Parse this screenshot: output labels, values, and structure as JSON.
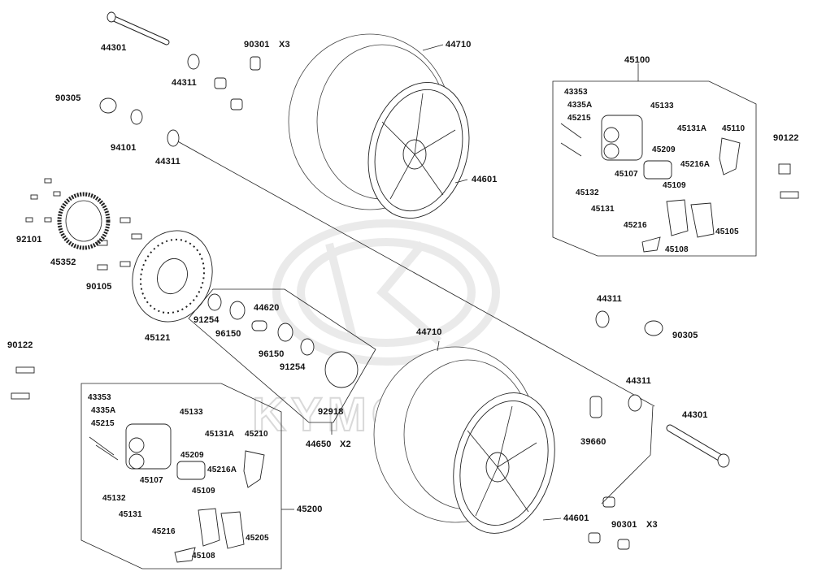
{
  "watermark": {
    "text": "KYMCO"
  },
  "labels": {
    "l44301a": "44301",
    "l90301a": "90301",
    "l90301a_qty": "X3",
    "l44311a": "44311",
    "l44710a": "44710",
    "l90305a": "90305",
    "l94101": "94101",
    "l44311b": "44311",
    "l44601a": "44601",
    "l92101": "92101",
    "l45352": "45352",
    "l90105": "90105",
    "l45121": "45121",
    "l91254a": "91254",
    "l96150a": "96150",
    "l44620": "44620",
    "l96150b": "96150",
    "l91254b": "91254",
    "l92918": "92918",
    "l44650": "44650",
    "l44650_qty": "X2",
    "l90122a": "90122",
    "l90122b": "90122",
    "l45100": "45100",
    "l43353a": "43353",
    "l4335Aa": "4335A",
    "l45215a": "45215",
    "l45133a": "45133",
    "l45131Aa": "45131A",
    "l45110": "45110",
    "l45209a": "45209",
    "l45216Aa": "45216A",
    "l45107a": "45107",
    "l45109a": "45109",
    "l45132a": "45132",
    "l45131a": "45131",
    "l45216a": "45216",
    "l45105": "45105",
    "l45108a": "45108",
    "l44311c": "44311",
    "l90305b": "90305",
    "l44710b": "44710",
    "l44311d": "44311",
    "l44301b": "44301",
    "l39660": "39660",
    "l44601b": "44601",
    "l90301b": "90301",
    "l90301b_qty": "X3",
    "l43353b": "43353",
    "l4335Ab": "4335A",
    "l45215b": "45215",
    "l45133b": "45133",
    "l45131Ab": "45131A",
    "l45210": "45210",
    "l45209b": "45209",
    "l45216Ab": "45216A",
    "l45107b": "45107",
    "l45109b": "45109",
    "l45132b": "45132",
    "l45131b": "45131",
    "l45216b": "45216",
    "l45205": "45205",
    "l45108b": "45108",
    "l45200": "45200"
  }
}
